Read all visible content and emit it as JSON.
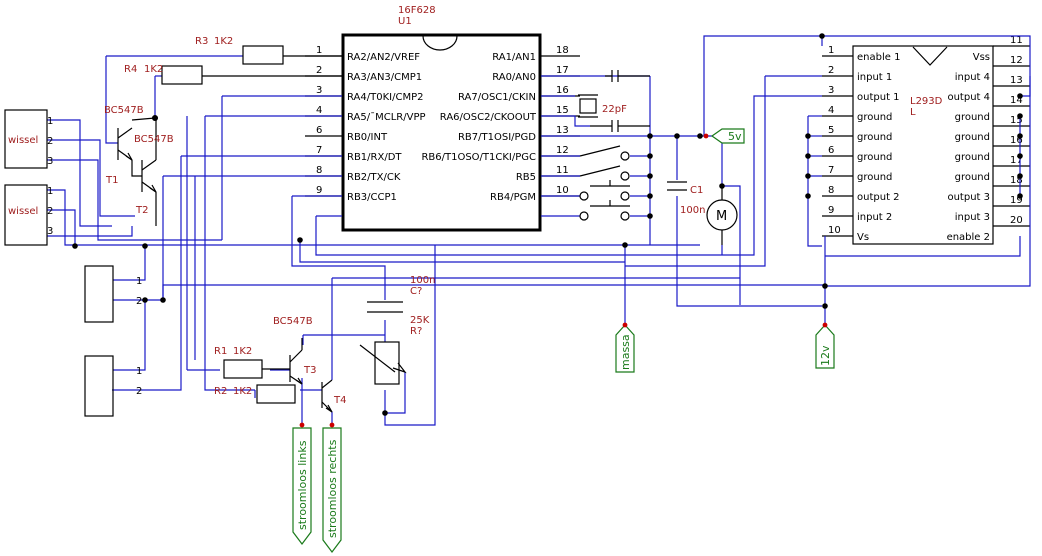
{
  "ic1": {
    "ref": "U1",
    "value": "16F628",
    "pins_left": [
      {
        "num": "1",
        "name": "RA2/AN2/VREF"
      },
      {
        "num": "2",
        "name": "RA3/AN3/CMP1"
      },
      {
        "num": "3",
        "name": "RA4/T0KI/CMP2"
      },
      {
        "num": "4",
        "name": "RA5/¯MCLR/VPP"
      },
      {
        "num": "6",
        "name": "RB0/INT"
      },
      {
        "num": "7",
        "name": "RB1/RX/DT"
      },
      {
        "num": "8",
        "name": "RB2/TX/CK"
      },
      {
        "num": "9",
        "name": "RB3/CCP1"
      }
    ],
    "pins_right": [
      {
        "num": "18",
        "name": "RA1/AN1"
      },
      {
        "num": "17",
        "name": "RA0/AN0"
      },
      {
        "num": "16",
        "name": "RA7/OSC1/CKIN"
      },
      {
        "num": "15",
        "name": "RA6/OSC2/CKOOUT"
      },
      {
        "num": "13",
        "name": "RB7/T1OSI/PGD"
      },
      {
        "num": "12",
        "name": "RB6/T1OSO/T1CKI/PGC"
      },
      {
        "num": "11",
        "name": "RB5"
      },
      {
        "num": "10",
        "name": "RB4/PGM"
      }
    ]
  },
  "ic2": {
    "ref": "L",
    "value": "L293D",
    "pins_left": [
      {
        "num": "1",
        "name": "enable 1"
      },
      {
        "num": "2",
        "name": "input 1"
      },
      {
        "num": "3",
        "name": "output 1"
      },
      {
        "num": "4",
        "name": "ground"
      },
      {
        "num": "5",
        "name": "ground"
      },
      {
        "num": "6",
        "name": "ground"
      },
      {
        "num": "7",
        "name": "ground"
      },
      {
        "num": "8",
        "name": "output 2"
      },
      {
        "num": "9",
        "name": "input 2"
      },
      {
        "num": "10",
        "name": "Vs"
      }
    ],
    "pins_right": [
      {
        "num": "11",
        "name": "Vss"
      },
      {
        "num": "12",
        "name": "input 4"
      },
      {
        "num": "13",
        "name": "output 4"
      },
      {
        "num": "14",
        "name": "ground"
      },
      {
        "num": "15",
        "name": "ground"
      },
      {
        "num": "16",
        "name": "ground"
      },
      {
        "num": "17",
        "name": "ground"
      },
      {
        "num": "18",
        "name": "output 3"
      },
      {
        "num": "19",
        "name": "input 3"
      },
      {
        "num": "20",
        "name": "enable 2"
      }
    ]
  },
  "resistors": {
    "r3": {
      "ref": "R3",
      "value": "1K2"
    },
    "r4": {
      "ref": "R4",
      "value": "1K2"
    },
    "r1": {
      "ref": "R1",
      "value": "1K2"
    },
    "r2": {
      "ref": "R2",
      "value": "1K2"
    }
  },
  "transistors": {
    "t1": {
      "type": "BC547B",
      "ref": "T1"
    },
    "t2": {
      "type": "BC547B",
      "ref": "T2"
    },
    "t34": {
      "type": "BC547B",
      "ref3": "T3",
      "ref4": "T4"
    }
  },
  "caps": {
    "xtal": "22pF",
    "c1": {
      "ref": "C1",
      "value": "100n"
    },
    "cq": {
      "value": "100n",
      "ref": "C?"
    }
  },
  "pot": {
    "value": "25K",
    "ref": "R?"
  },
  "connectors": {
    "wissel1": {
      "label": "wissel",
      "pins": [
        "1",
        "2",
        "3"
      ]
    },
    "wissel2": {
      "label": "wissel",
      "pins": [
        "1",
        "2",
        "3"
      ]
    },
    "blk1": {
      "pins": [
        "1",
        "2"
      ]
    },
    "blk2": {
      "pins": [
        "1",
        "2"
      ]
    }
  },
  "tags": {
    "v5": "5v",
    "massa": "massa",
    "v12": "12v",
    "links": "stroomloos links",
    "rechts": "stroomloos rechts"
  },
  "motor": "M"
}
